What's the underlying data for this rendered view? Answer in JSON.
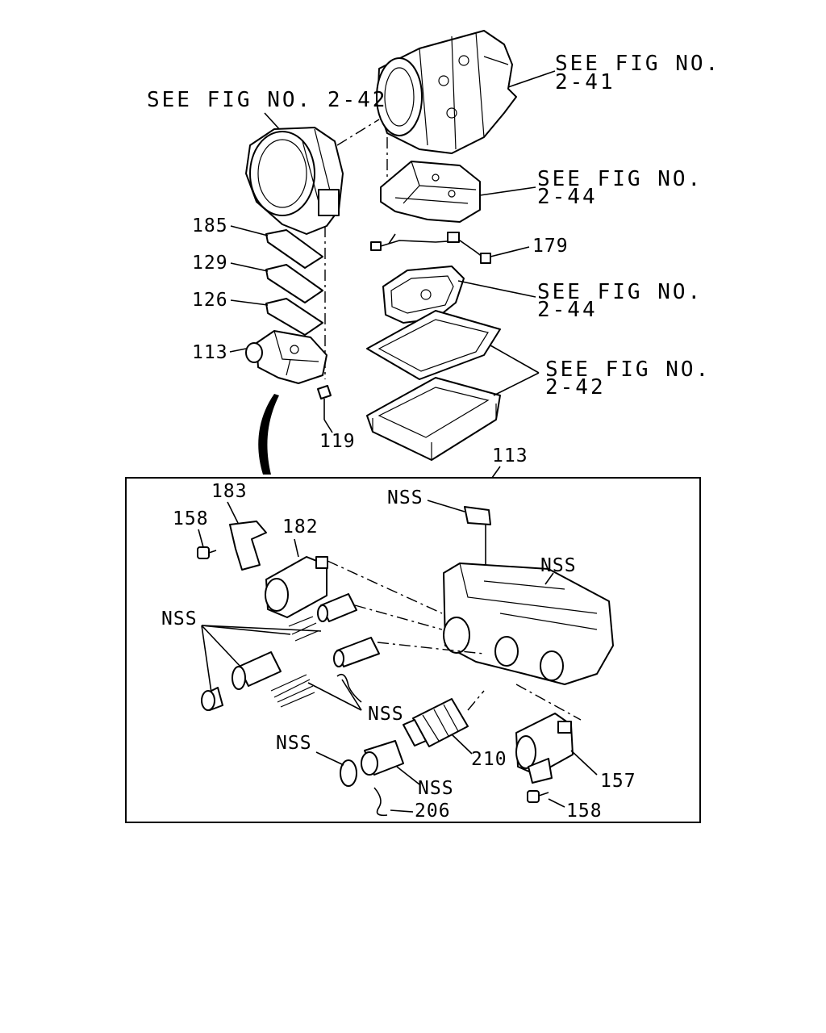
{
  "references": {
    "fig_2_41": {
      "line1": "SEE FIG NO.",
      "line2": "2-41"
    },
    "fig_2_42_top": "SEE FIG NO. 2-42",
    "fig_2_44_a": {
      "line1": "SEE FIG NO.",
      "line2": "2-44"
    },
    "fig_2_44_b": {
      "line1": "SEE FIG NO.",
      "line2": "2-44"
    },
    "fig_2_42_b": {
      "line1": "SEE FIG NO.",
      "line2": "2-42"
    }
  },
  "upper_parts": {
    "p185": "185",
    "p129": "129",
    "p126": "126",
    "p113": "113",
    "p119": "119",
    "p179": "179"
  },
  "detail_box": {
    "title": "113",
    "labels": {
      "p183": "183",
      "p158a": "158",
      "p182": "182",
      "nss_top": "NSS",
      "nss_body": "NSS",
      "nss_left": "NSS",
      "nss_mid": "NSS",
      "nss_ring": "NSS",
      "nss_plug": "NSS",
      "p210": "210",
      "p206": "206",
      "p157": "157",
      "p158b": "158"
    }
  }
}
